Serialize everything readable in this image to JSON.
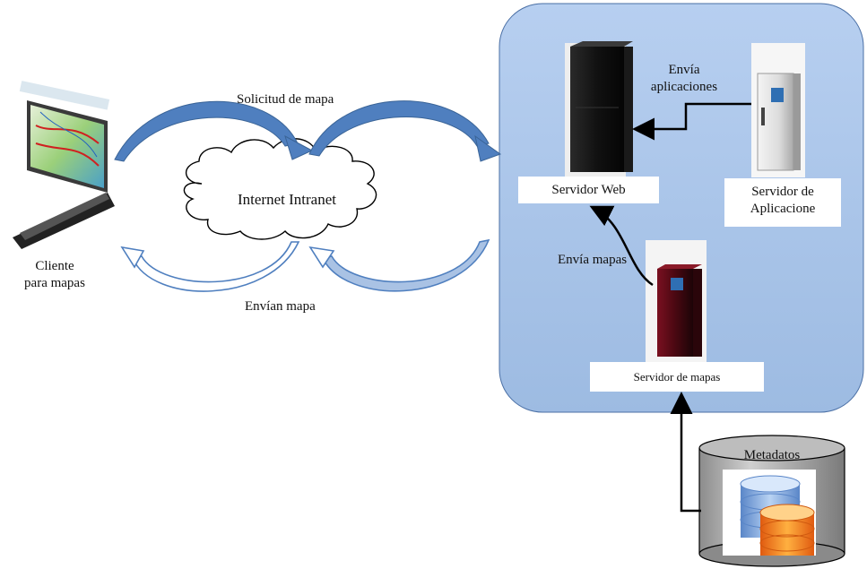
{
  "labels": {
    "request": "Solicitud de mapa",
    "internet": "Internet Intranet",
    "response": "Envían mapa",
    "client_line1": "Cliente",
    "client_line2": "para mapas",
    "sends_apps_line1": "Envía",
    "sends_apps_line2": "aplicaciones",
    "sends_maps": "Envía mapas",
    "web_server": "Servidor Web",
    "app_server_line1": "Servidor de",
    "app_server_line2": "Aplicacione",
    "map_server": "Servidor de mapas",
    "metadata": "Metadatos"
  },
  "icons": {
    "client": "laptop-map-icon",
    "cloud": "cloud-icon",
    "web_server": "server-tower-icon",
    "app_server": "server-tower-icon",
    "map_server": "server-tower-icon",
    "database": "database-cylinder-icon"
  },
  "colors": {
    "server_zone": "#a4c1e6",
    "server_zone_border": "#4a6fa5",
    "arrow_blue": "#4f7fbf",
    "arrow_blue_dark": "#3a6497"
  }
}
